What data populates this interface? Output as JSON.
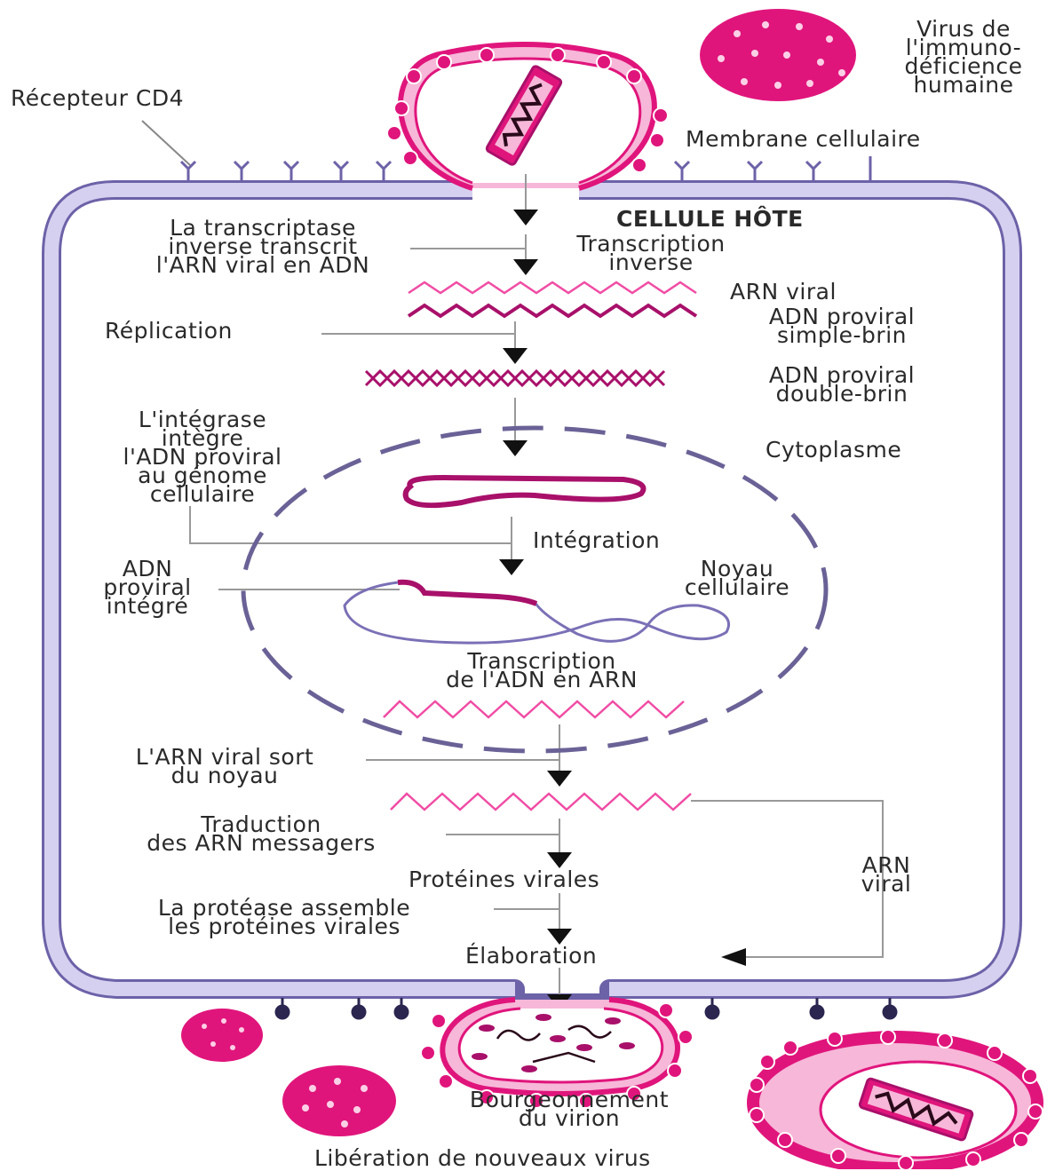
{
  "colors": {
    "membrane_fill": "#cfc8ec",
    "membrane_stroke": "#6c62a8",
    "nucleus": "#6a6296",
    "virus_magenta": "#e0157c",
    "virus_pink": "#f7b7d8",
    "dna_dark": "#a8106a",
    "rna_pink": "#f04ca4",
    "arrow": "#111111",
    "leader": "#999999"
  },
  "labels": {
    "cd4_receptor": "Récepteur CD4",
    "hiv": "Virus de\nl'immuno-\ndéficience\nhumaine",
    "cell_membrane": "Membrane cellulaire",
    "host_cell": "CELLULE HÔTE",
    "rt_enzyme": "La transcriptase\ninverse transcrit\nl'ARN viral en ADN",
    "reverse_transcription": "Transcription\ninverse",
    "viral_rna": "ARN viral",
    "proviral_ss": "ADN proviral\nsimple-brin",
    "replication": "Réplication",
    "proviral_ds": "ADN proviral\ndouble-brin",
    "integrase": "L'intégrase\nintègre\nl'ADN proviral\nau génome\ncellulaire",
    "cytoplasm": "Cytoplasme",
    "integration": "Intégration",
    "integrated_provirus": "ADN\nproviral\nintégré",
    "nucleus": "Noyau\ncellulaire",
    "transcription": "Transcription\nde l'ADN en ARN",
    "rna_exits": "L'ARN viral sort\ndu noyau",
    "translation": "Traduction\ndes ARN messagers",
    "viral_rna_side": "ARN\nviral",
    "viral_proteins": "Protéines virales",
    "protease": "La protéase assemble\nles protéines virales",
    "assembly": "Élaboration",
    "budding": "Bourgeonnement\ndu virion",
    "release": "Libération de nouveaux virus"
  },
  "icons": {
    "rna_in_capsid": "ARN"
  }
}
